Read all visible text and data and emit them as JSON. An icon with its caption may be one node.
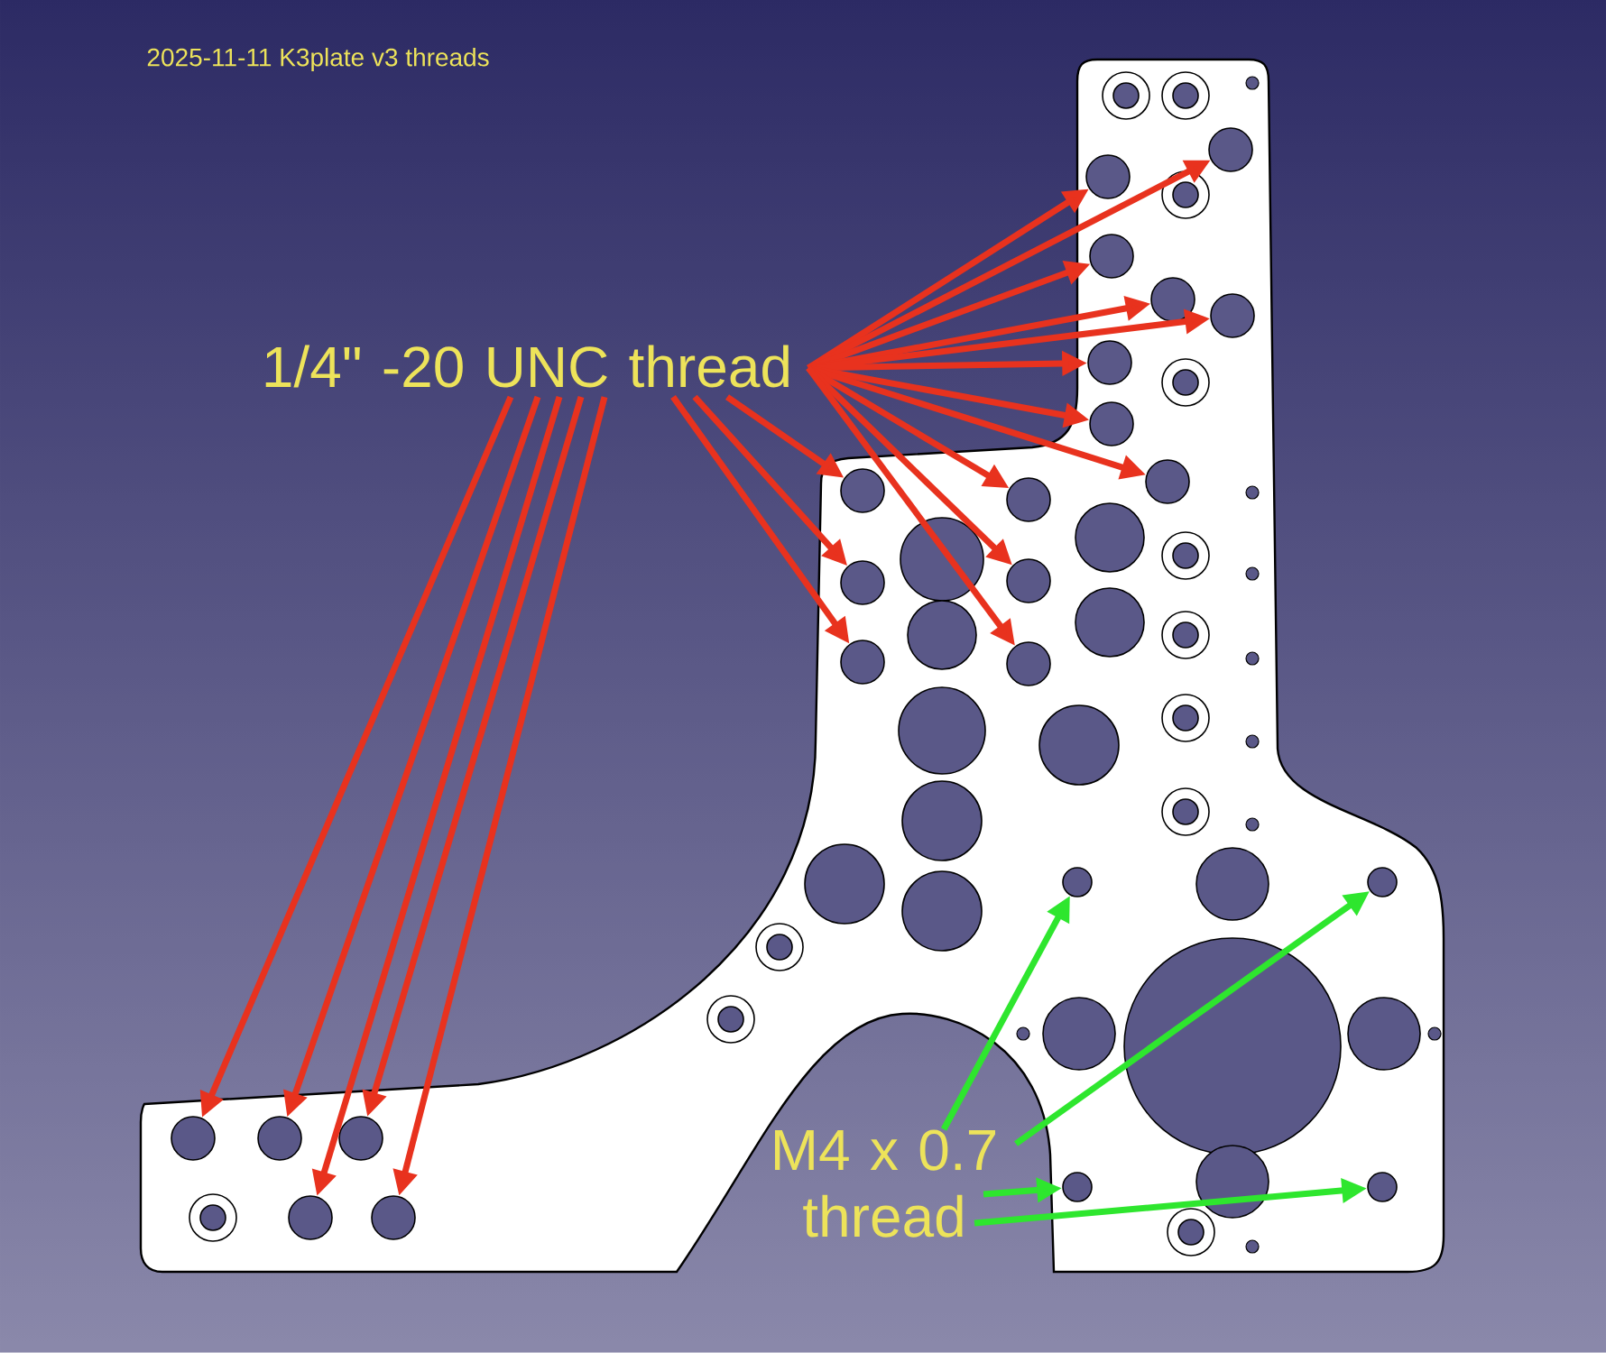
{
  "diagram": {
    "title": "2025-11-11  K3plate v3 threads",
    "nodes": [
      {
        "text": [
          "1/4\" -20 UNC thread"
        ]
      },
      {
        "text": [
          "M4 x 0.7 thread"
        ]
      },
      {
        "text": [],
        "shape": "circle"
      },
      {
        "text": [],
        "shape": "circle"
      },
      {
        "text": [],
        "shape": "circle"
      },
      {
        "text": [],
        "shape": "circle"
      },
      {
        "text": [],
        "shape": "circle"
      },
      {
        "text": [],
        "shape": "circle"
      },
      {
        "text": [],
        "shape": "circle"
      },
      {
        "text": [],
        "shape": "circle"
      },
      {
        "text": [],
        "shape": "circle"
      },
      {
        "text": [],
        "shape": "circle"
      },
      {
        "text": [],
        "shape": "circle"
      },
      {
        "text": [],
        "shape": "circle"
      },
      {
        "text": [],
        "shape": "circle"
      },
      {
        "text": [],
        "shape": "circle"
      },
      {
        "text": [],
        "shape": "circle"
      },
      {
        "text": [],
        "shape": "circle"
      },
      {
        "text": [],
        "shape": "circle"
      },
      {
        "text": [],
        "shape": "circle"
      },
      {
        "text": [],
        "shape": "circle"
      },
      {
        "text": [],
        "shape": "circle"
      },
      {
        "text": [],
        "shape": "circle"
      },
      {
        "text": [],
        "shape": "circle"
      },
      {
        "text": [],
        "shape": "circle"
      }
    ],
    "edges": [
      {
        "from": 0,
        "to": 3,
        "arrow": "to"
      },
      {
        "from": 0,
        "to": 2,
        "arrow": "to"
      },
      {
        "from": 0,
        "to": 4,
        "arrow": "to"
      },
      {
        "from": 0,
        "to": 5,
        "arrow": "to"
      },
      {
        "from": 0,
        "to": 6,
        "arrow": "to"
      },
      {
        "from": 0,
        "to": 7,
        "arrow": "to"
      },
      {
        "from": 0,
        "to": 8,
        "arrow": "to"
      },
      {
        "from": 0,
        "to": 9,
        "arrow": "to"
      },
      {
        "from": 0,
        "to": 11,
        "arrow": "to"
      },
      {
        "from": 0,
        "to": 13,
        "arrow": "to"
      },
      {
        "from": 0,
        "to": 15,
        "arrow": "to"
      },
      {
        "from": 0,
        "to": 10,
        "arrow": "to"
      },
      {
        "from": 0,
        "to": 12,
        "arrow": "to"
      },
      {
        "from": 0,
        "to": 14,
        "arrow": "to"
      },
      {
        "from": 0,
        "to": 18,
        "arrow": "to"
      },
      {
        "from": 0,
        "to": 19,
        "arrow": "to"
      },
      {
        "from": 0,
        "to": 23,
        "arrow": "to"
      },
      {
        "from": 0,
        "to": 20,
        "arrow": "to"
      },
      {
        "from": 0,
        "to": 24,
        "arrow": "to"
      },
      {
        "from": 1,
        "to": 16,
        "arrow": "to",
        "color": "#2ee62e"
      },
      {
        "from": 1,
        "to": 17,
        "arrow": "to",
        "color": "#2ee62e"
      },
      {
        "from": 1,
        "to": 21,
        "arrow": "to",
        "color": "#2ee62e"
      },
      {
        "from": 1,
        "to": 22,
        "arrow": "to",
        "color": "#2ee62e"
      }
    ]
  }
}
